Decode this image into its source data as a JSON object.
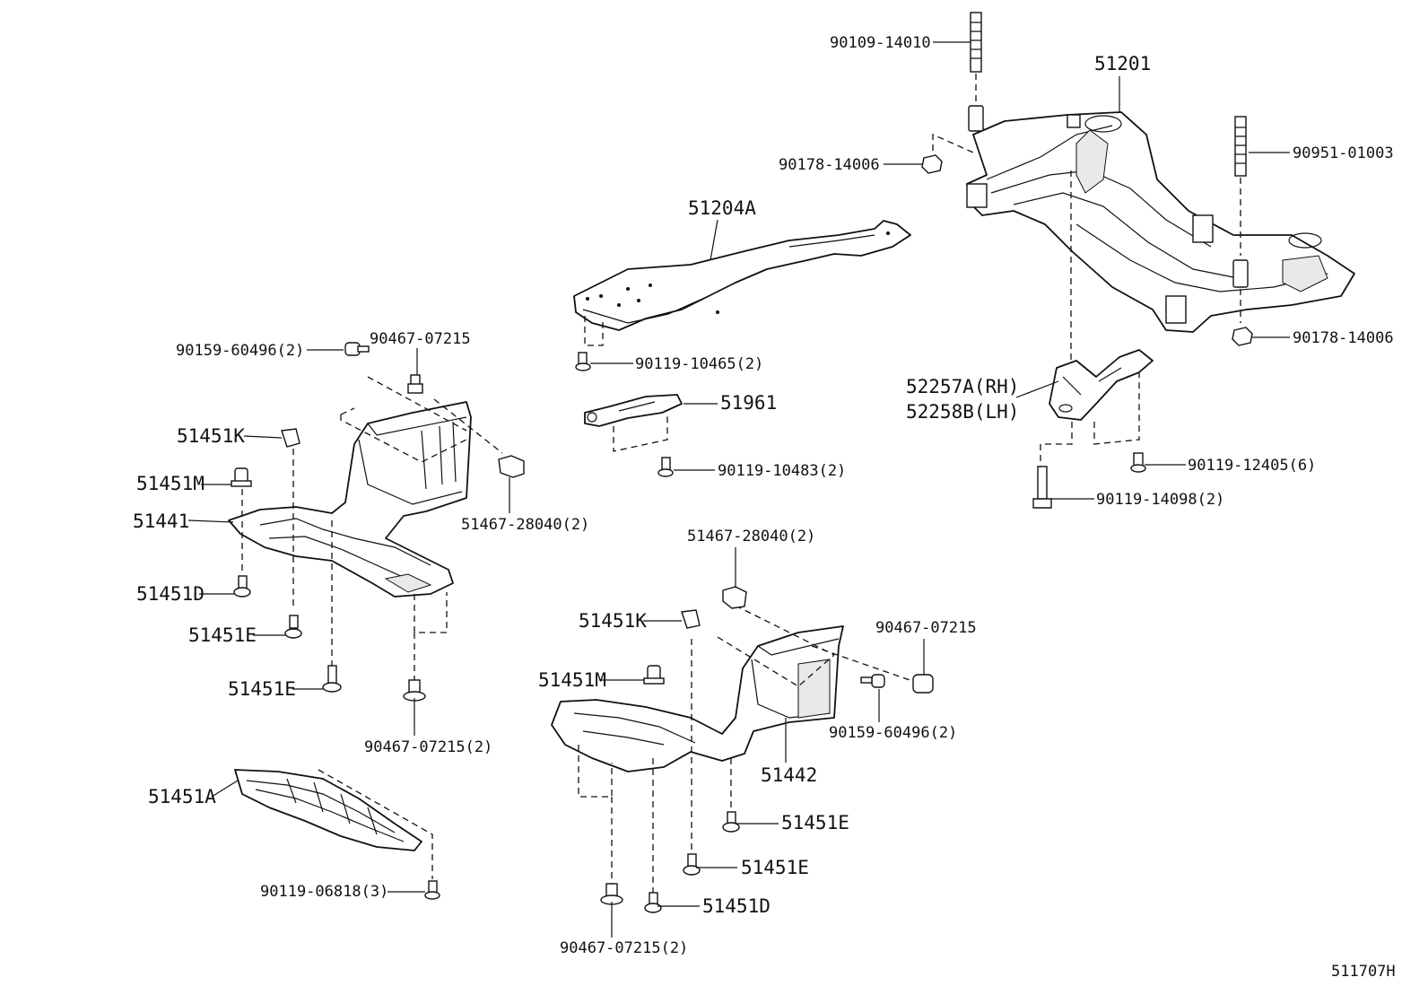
{
  "labels": {
    "p_90109_14010": "90109-14010",
    "p_51201": "51201",
    "p_90178_14006_a": "90178-14006",
    "p_90951_01003": "90951-01003",
    "p_51204A": "51204A",
    "p_90178_14006_b": "90178-14006",
    "p_90467_07215_a": "90467-07215",
    "p_90159_60496_a": "90159-60496(2)",
    "p_90119_10465": "90119-10465(2)",
    "p_52257A": "52257A(RH)",
    "p_52258B": "52258B(LH)",
    "p_51961": "51961",
    "p_51451K_a": "51451K",
    "p_90119_12405": "90119-12405(6)",
    "p_51451M_a": "51451M",
    "p_90119_10483": "90119-10483(2)",
    "p_51467_28040_a": "51467-28040(2)",
    "p_90119_14098": "90119-14098(2)",
    "p_51441": "51441",
    "p_51467_28040_b": "51467-28040(2)",
    "p_51451D_a": "51451D",
    "p_51451K_b": "51451K",
    "p_90467_07215_b": "90467-07215",
    "p_51451E_a": "51451E",
    "p_51451M_b": "51451M",
    "p_51451E_b": "51451E",
    "p_90159_60496_b": "90159-60496(2)",
    "p_90467_07215_c": "90467-07215(2)",
    "p_51442": "51442",
    "p_51451A": "51451A",
    "p_51451E_c": "51451E",
    "p_51451E_d": "51451E",
    "p_90119_06818": "90119-06818(3)",
    "p_51451D_b": "51451D",
    "p_90467_07215_d": "90467-07215(2)",
    "diagram_id": "511707H"
  }
}
